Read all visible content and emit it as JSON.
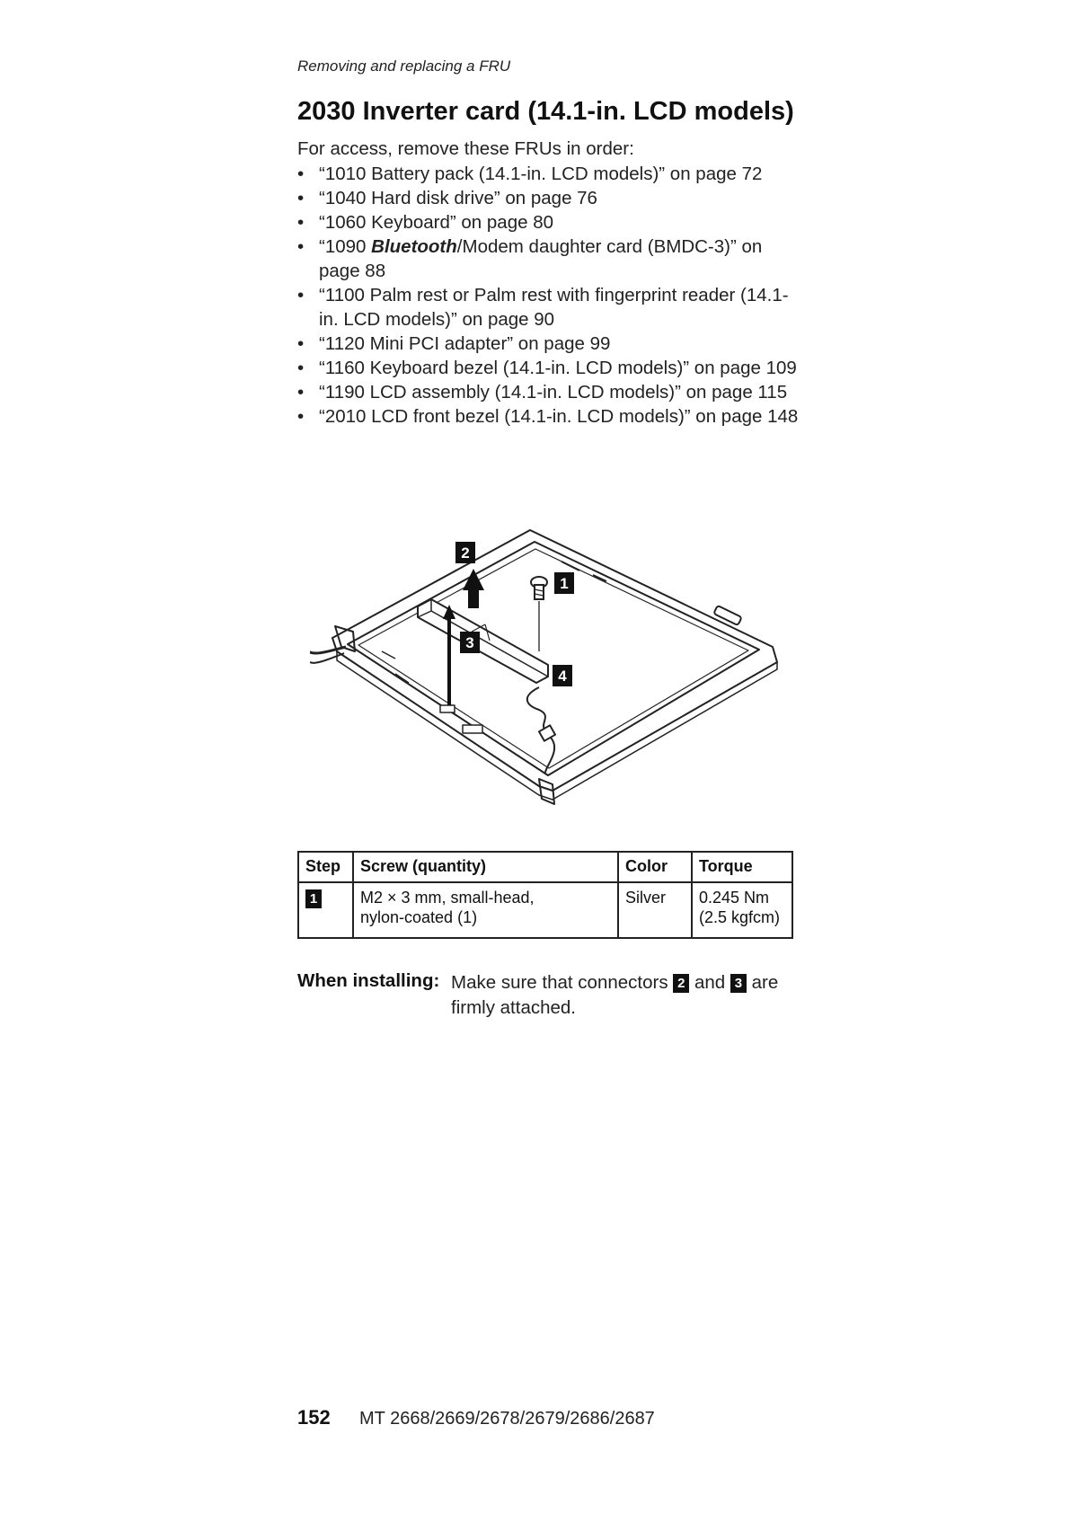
{
  "header": {
    "running_title": "Removing and replacing a FRU"
  },
  "section": {
    "title": "2030 Inverter card (14.1-in. LCD models)",
    "intro": "For access, remove these FRUs in order:"
  },
  "prerequisites": [
    {
      "text": "“1010 Battery pack (14.1-in. LCD models)” on page 72"
    },
    {
      "text": "“1040 Hard disk drive” on page 76"
    },
    {
      "text": "“1060 Keyboard” on page 80"
    },
    {
      "pre": "“1090 ",
      "em": "Bluetooth",
      "post": "/Modem daughter card (BMDC-3)” on page 88"
    },
    {
      "text": "“1100 Palm rest or Palm rest with fingerprint reader (14.1-in. LCD models)” on page 90"
    },
    {
      "text": "“1120 Mini PCI adapter” on page 99"
    },
    {
      "text": "“1160 Keyboard bezel (14.1-in. LCD models)” on page 109"
    },
    {
      "text": "“1190 LCD assembly (14.1-in. LCD models)” on page 115"
    },
    {
      "text": "“2010 LCD front bezel (14.1-in. LCD models)” on page 148"
    }
  ],
  "figure": {
    "callouts": [
      "2",
      "1",
      "3",
      "4"
    ]
  },
  "screw_table": {
    "headers": [
      "Step",
      "Screw (quantity)",
      "Color",
      "Torque"
    ],
    "rows": [
      {
        "step": "1",
        "screw_line1": "M2 × 3 mm, small-head,",
        "screw_line2": "nylon-coated (1)",
        "color": "Silver",
        "torque_line1": "0.245 Nm",
        "torque_line2": "(2.5 kgfcm)"
      }
    ]
  },
  "installing": {
    "label": "When installing:",
    "text_before": "Make sure that connectors",
    "callout_a": "2",
    "conj": "and",
    "callout_b": "3",
    "text_after": "are firmly attached."
  },
  "footer": {
    "page_number": "152",
    "machine_types": "MT 2668/2669/2678/2679/2686/2687"
  }
}
